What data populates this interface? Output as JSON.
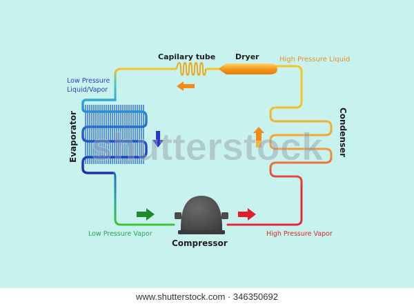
{
  "labels": {
    "capillary_tube": "Capilary tube",
    "dryer": "Dryer",
    "high_pressure_liquid": "High Pressure Liquid",
    "low_pressure_liquid_vapor_line1": "Low Pressure",
    "low_pressure_liquid_vapor_line2": "Liquid/Vapor",
    "evaporator": "Evaporator",
    "condenser": "Condenser",
    "low_pressure_vapor": "Low Pressure Vapor",
    "high_pressure_vapor": "High Pressure Vapor",
    "compressor": "Compressor"
  },
  "watermark": "shutterstock",
  "footer": {
    "url": "www.shutterstock.com · 346350692"
  },
  "colors": {
    "background": "#c8f2ee",
    "blue_label": "#2b3bd0",
    "orange_label": "#e8922a",
    "green_label": "#2aa34a",
    "red_label": "#d42a2a",
    "dark": "#1e1e1e",
    "compressor": "#4b4b4b"
  }
}
